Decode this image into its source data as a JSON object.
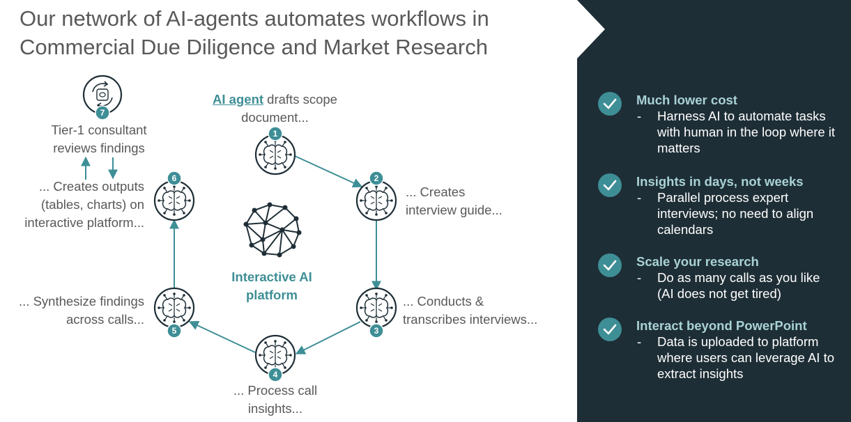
{
  "title": "Our network of AI-agents automates workflows in Commercial Due Diligence and Market Research",
  "steps": [
    {
      "num": "1",
      "link_text": "AI agent",
      "text": " drafts scope",
      "text2": "document..."
    },
    {
      "num": "2",
      "text": "... Creates",
      "text2": "interview guide..."
    },
    {
      "num": "3",
      "text": "... Conducts &",
      "text2": "transcribes interviews..."
    },
    {
      "num": "4",
      "text": "... Process call",
      "text2": "insights..."
    },
    {
      "num": "5",
      "text": "... Synthesize findings",
      "text2": "across calls..."
    },
    {
      "num": "6",
      "text": "... Creates outputs",
      "text2": "(tables, charts) on",
      "text3": "interactive platform..."
    },
    {
      "num": "7",
      "text": "Tier-1 consultant",
      "text2": "reviews findings"
    }
  ],
  "center": {
    "line1": "Interactive AI",
    "line2": "platform"
  },
  "benefits": [
    {
      "title": "Much lower cost",
      "dash": "-",
      "text": "Harness AI to automate tasks with human in the loop where it matters"
    },
    {
      "title": "Insights in days, not weeks",
      "dash": "-",
      "text": "Parallel process expert interviews; no need to align  calendars"
    },
    {
      "title": "Scale your research",
      "dash": "-",
      "text": "Do as many calls as you like (AI does not get tired)"
    },
    {
      "title": "Interact beyond PowerPoint",
      "dash": "-",
      "text": "Data is uploaded to platform where users can leverage AI to extract insights"
    }
  ],
  "colors": {
    "accent": "#3e8e96",
    "panel": "#1e2e36",
    "benefit_title": "#a9d2d6",
    "text": "#595959"
  }
}
